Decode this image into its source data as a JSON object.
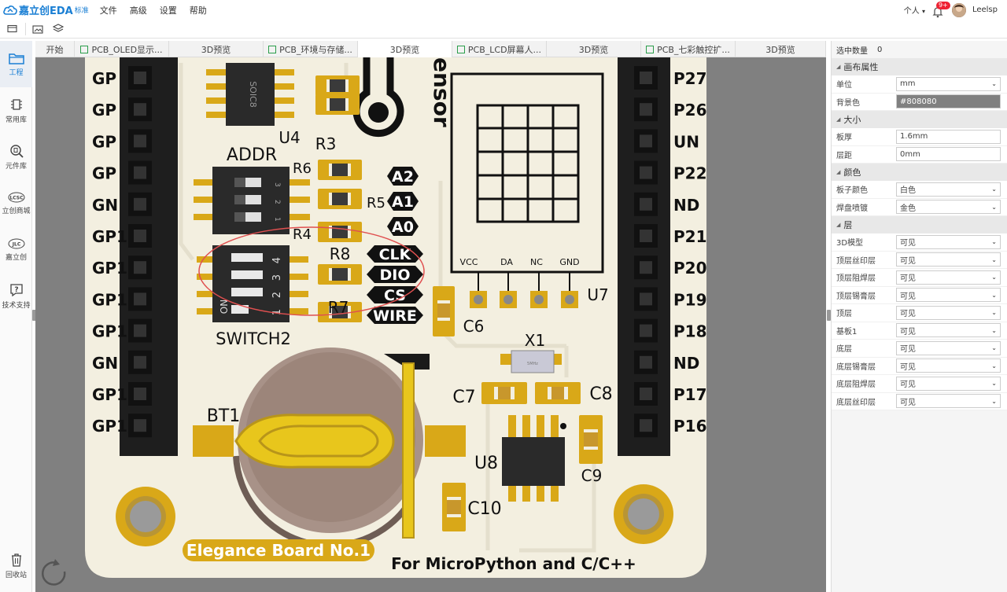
{
  "app": {
    "logo_text": "嘉立创EDA",
    "edition": "标准",
    "menu": [
      "文件",
      "高级",
      "设置",
      "帮助"
    ],
    "user_menu": "个人",
    "notify_badge": "9+",
    "username": "Leelsp"
  },
  "tabs": [
    {
      "label": "开始",
      "active": false
    },
    {
      "label": "PCB_OLED显示...",
      "active": false,
      "icon": "pcb-icon"
    },
    {
      "label": "3D预览",
      "active": false
    },
    {
      "label": "PCB_环境与存储...",
      "active": false,
      "icon": "pcb-icon"
    },
    {
      "label": "3D预览",
      "active": true
    },
    {
      "label": "PCB_LCD屏幕人...",
      "active": false,
      "icon": "pcb-icon"
    },
    {
      "label": "3D预览",
      "active": false
    },
    {
      "label": "PCB_七彩触控扩...",
      "active": false,
      "icon": "pcb-icon"
    },
    {
      "label": "3D预览",
      "active": false
    }
  ],
  "sidebar": [
    {
      "label": "工程",
      "icon": "folder-icon",
      "active": true
    },
    {
      "label": "常用库",
      "icon": "chip-icon",
      "active": false
    },
    {
      "label": "元件库",
      "icon": "component-search-icon",
      "active": false
    },
    {
      "label": "立创商城",
      "icon": "lcsc-icon",
      "active": false
    },
    {
      "label": "嘉立创",
      "icon": "jlc-icon",
      "active": false
    },
    {
      "label": "技术支持",
      "icon": "help-icon",
      "active": false
    },
    {
      "label": "回收站",
      "icon": "trash-icon",
      "active": false
    }
  ],
  "panel": {
    "selected_count_label": "选中数量",
    "selected_count": "0",
    "sections": [
      {
        "title": "画布属性",
        "rows": [
          {
            "label": "单位",
            "value": "mm",
            "type": "select"
          },
          {
            "label": "背景色",
            "value": "#808080",
            "type": "color"
          }
        ]
      },
      {
        "title": "大小",
        "rows": [
          {
            "label": "板厚",
            "value": "1.6mm",
            "type": "input"
          },
          {
            "label": "层距",
            "value": "0mm",
            "type": "input"
          }
        ]
      },
      {
        "title": "颜色",
        "rows": [
          {
            "label": "板子颜色",
            "value": "白色",
            "type": "select"
          },
          {
            "label": "焊盘喷镀",
            "value": "金色",
            "type": "select"
          }
        ]
      },
      {
        "title": "层",
        "rows": [
          {
            "label": "3D模型",
            "value": "可见",
            "type": "select"
          },
          {
            "label": "顶层丝印层",
            "value": "可见",
            "type": "select"
          },
          {
            "label": "顶层阻焊层",
            "value": "可见",
            "type": "select"
          },
          {
            "label": "顶层锡膏层",
            "value": "可见",
            "type": "select"
          },
          {
            "label": "顶层",
            "value": "可见",
            "type": "select"
          },
          {
            "label": "基板1",
            "value": "可见",
            "type": "select"
          },
          {
            "label": "底层",
            "value": "可见",
            "type": "select"
          },
          {
            "label": "底层锡膏层",
            "value": "可见",
            "type": "select"
          },
          {
            "label": "底层阻焊层",
            "value": "可见",
            "type": "select"
          },
          {
            "label": "底层丝印层",
            "value": "可见",
            "type": "select"
          }
        ]
      }
    ]
  },
  "board": {
    "left_pins": [
      "GP",
      "GP",
      "GP",
      "GP",
      "GN",
      "GP1",
      "GP1",
      "GP1",
      "GP1",
      "GN",
      "GP1",
      "GP1"
    ],
    "right_pins": [
      "P27",
      "P26",
      "UN",
      "P22",
      "ND",
      "P21",
      "P20",
      "P19",
      "P18",
      "ND",
      "P17",
      "P16"
    ],
    "labels": {
      "u4": "U4",
      "soic": "SOIC8",
      "addr": "ADDR",
      "r3": "R3",
      "r6": "R6",
      "r5": "R5",
      "r4": "R4",
      "r8": "R8",
      "r7": "R7",
      "sensor": "ensor",
      "switch2": "SWITCH2",
      "bt1": "BT1",
      "u7": "U7",
      "c6": "C6",
      "x1": "X1",
      "c7": "C7",
      "c8": "C8",
      "u8": "U8",
      "c9": "C9",
      "c10": "C10",
      "elegance": "Elegance Board No.1",
      "footer": "For MicroPython and C/C++"
    },
    "addr_tags": [
      "A2",
      "A1",
      "A0"
    ],
    "bus_tags": [
      "CLK",
      "DIO",
      "CS",
      "WIRE"
    ],
    "u7_pins": [
      "VCC",
      "DA",
      "NC",
      "GND"
    ],
    "dip_numbers": [
      "4",
      "3",
      "2",
      "1"
    ],
    "dip_on": "ON",
    "addr_numbers": [
      "3",
      "2",
      "1"
    ],
    "crystal": "5MHz"
  },
  "colors": {
    "accent": "#1a7fd4",
    "canvas_bg": "#808080",
    "board": "#f3efe0",
    "gold": "#d9a818",
    "silk": "#1a1a1a",
    "highlight_ring": "#e05050"
  }
}
